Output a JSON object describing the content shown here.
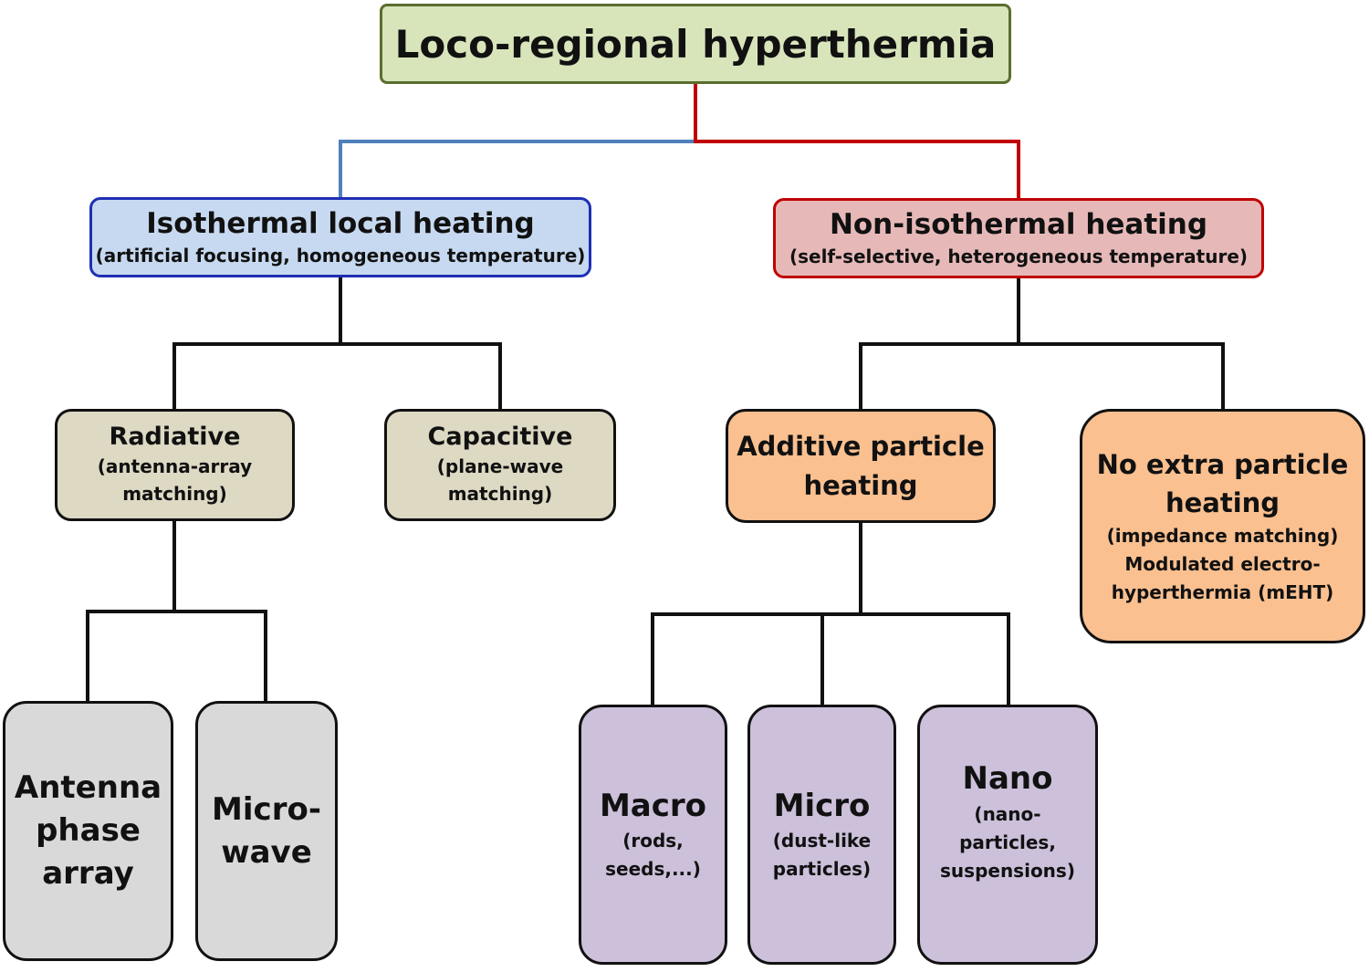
{
  "root": {
    "title": "Loco-regional hyperthermia"
  },
  "isothermal": {
    "title": "Isothermal local heating",
    "subtitle": "(artificial focusing, homogeneous temperature)"
  },
  "non_isothermal": {
    "title": "Non-isothermal heating",
    "subtitle": "(self-selective, heterogeneous temperature)"
  },
  "radiative": {
    "title": "Radiative",
    "sub_line1": "(antenna-array",
    "sub_line2": "matching)"
  },
  "capacitive": {
    "title": "Capacitive",
    "sub_line1": "(plane-wave",
    "sub_line2": "matching)"
  },
  "additive": {
    "title_line1": "Additive particle",
    "title_line2": "heating"
  },
  "no_extra": {
    "title_line1": "No extra particle",
    "title_line2": "heating",
    "sub_line1": "(impedance matching)",
    "sub_line2": "Modulated electro-",
    "sub_line3": "hyperthermia (mEHT)"
  },
  "antenna": {
    "line1": "Antenna",
    "line2": "phase",
    "line3": "array"
  },
  "microwave": {
    "line1": "Micro-",
    "line2": "wave"
  },
  "macro": {
    "title": "Macro",
    "sub_line1": "(rods,",
    "sub_line2": "seeds,...)"
  },
  "micro": {
    "title": "Micro",
    "sub_line1": "(dust-like",
    "sub_line2": "particles)"
  },
  "nano": {
    "title": "Nano",
    "sub_line1": "(nano-",
    "sub_line2": "particles,",
    "sub_line3": "suspensions)"
  },
  "colors": {
    "root_fill": "#d8e5bb",
    "isothermal_fill": "#c6d9f0",
    "isothermal_border": "#1f2fb4",
    "non_isothermal_fill": "#e6b9b8",
    "non_isothermal_border": "#c00000",
    "left_branch_line": "#4f81bd",
    "right_branch_line": "#c00000",
    "beige_fill": "#ddd9c3",
    "orange_fill": "#fac090",
    "gray_fill": "#d9d9d9",
    "purple_fill": "#ccc0da"
  }
}
